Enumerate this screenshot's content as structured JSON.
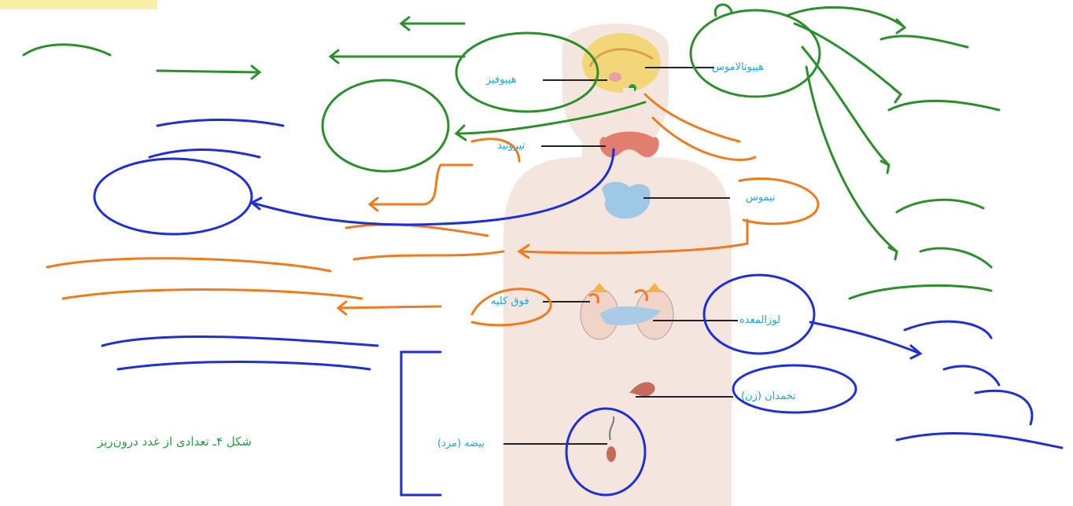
{
  "figure": {
    "caption": "شکل ۴ـ تعدادی از غدد درون‌ریز",
    "labels": {
      "hypothalamus": "هیپوتالاموس",
      "pituitary": "هیپوفیز",
      "thyroid": "تیروئید",
      "thymus": "تیموس",
      "adrenal": "فوق کلیه",
      "pancreas": "لوزالمعده",
      "ovary": "تخمدان (زن)",
      "testis": "بیضه (مرد)"
    }
  },
  "colors": {
    "label_text": "#1aa7d6",
    "caption_text": "#2a9a48",
    "ink_green": "#2c8f2c",
    "ink_blue": "#1f2fd6",
    "ink_orange": "#f07a1e",
    "highlight": "#f9f0a8"
  }
}
